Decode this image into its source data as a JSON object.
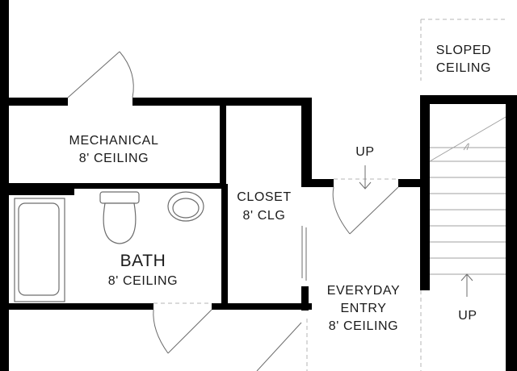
{
  "floorplan": {
    "rooms": {
      "sloped_ceiling": [
        "SLOPED",
        "CEILING"
      ],
      "mechanical": [
        "MECHANICAL",
        "8' CEILING"
      ],
      "closet": [
        "CLOSET",
        "8' CLG"
      ],
      "bath": [
        "BATH",
        "8' CEILING"
      ],
      "everyday_entry": [
        "EVERYDAY",
        "ENTRY",
        "8' CEILING"
      ]
    },
    "stair_labels": {
      "up_hall": "UP",
      "up_stair": "UP"
    },
    "colors": {
      "wall": "#000000",
      "line": "#6d6d6d",
      "dashed": "#b5b5b5",
      "background": "#ffffff"
    }
  }
}
